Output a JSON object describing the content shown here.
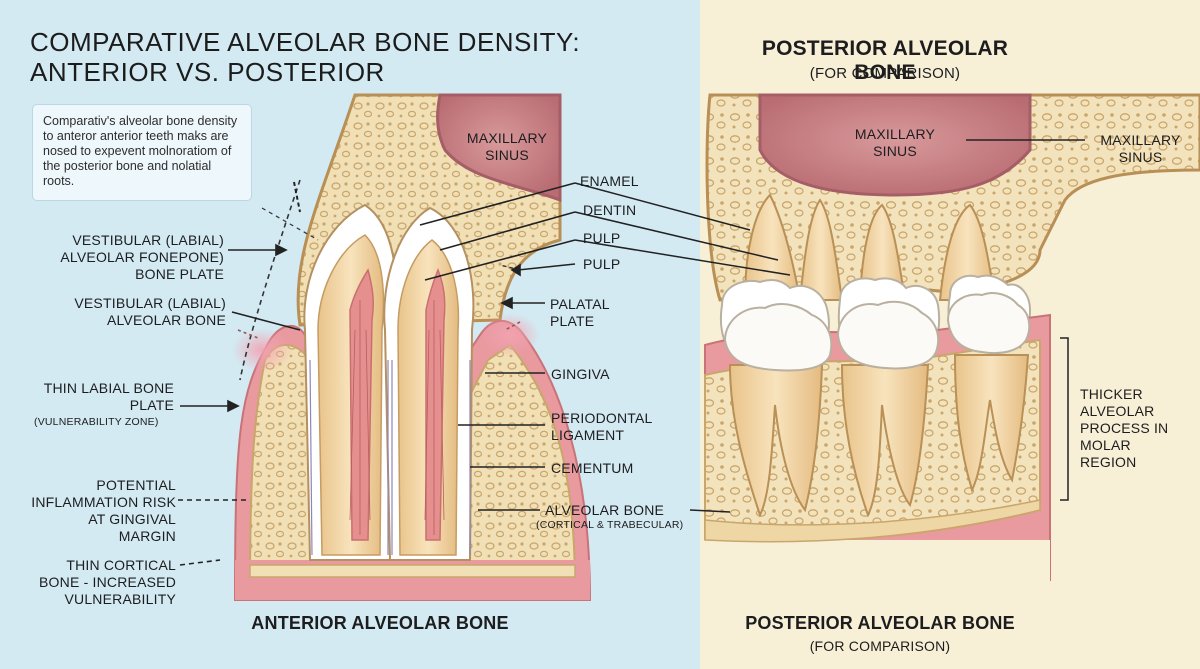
{
  "title": {
    "line1": "COMPARATIVE ALVEOLAR BONE DENSITY:",
    "line2": "ANTERIOR VS. POSTERIOR"
  },
  "note": "Comparativ's alveolar bone density to anteror anterior teeth maks are nosed to expevent molnoratiom of the posterior bone and nolatial roots.",
  "right_header": {
    "title": "POSTERIOR ALVEOLAR BONE",
    "subtitle": "(FOR COMPARISON)"
  },
  "anterior_labels": {
    "maxillary_sinus": "MAXILLARY SINUS",
    "enamel": "ENAMEL",
    "dentin": "DENTIN",
    "pulp1": "PULP",
    "pulp2": "PULP",
    "palatal_plate": "PALATAL PLATE",
    "gingiva": "GINGIVA",
    "periodontal_ligament": "PERIODONTAL LIGAMENT",
    "cementum": "CEMENTUM",
    "alveolar_bone": "ALVEOLAR BONE",
    "alveolar_bone_sub": "(CORTICAL & TRABECULAR)"
  },
  "left_labels": {
    "vestibular_plate": "VESTIBULAR (LABIAL) ALVEOLAR FONEPONE) BONE PLATE",
    "vestibular_bone": "VESTIBULAR (LABIAL) ALVEOLAR BONE",
    "thin_labial": "THIN LABIAL BONE PLATE",
    "thin_labial_sub": "(VULNERABILITY ZONE)",
    "potential": "POTENTIAL INFLAMMATION RISK AT GINGIVAL MARGIN",
    "thin_cortical": "THIN CORTICAL BONE - INCREASED VULNERABILITY"
  },
  "posterior_labels": {
    "maxillary_sinus_inner": "MAXILLARY SINUS",
    "maxillary_sinus_outer": "MAXILLARY SINUS",
    "thicker": "THICKER ALVEOLAR PROCESS IN MOLAR REGION"
  },
  "footer": {
    "anterior": "ANTERIOR ALVEOLAR BONE",
    "posterior": "POSTERIOR ALVEOLAR BONE",
    "posterior_sub": "(FOR COMPARISON)"
  },
  "colors": {
    "bone": "#efdcb0",
    "bone_dark": "#c9a66b",
    "gum": "#ec9ea3",
    "sinus": "#c97e83",
    "enamel": "#ffffff",
    "root": "#f3d6a8",
    "pulp": "#e5908f"
  }
}
